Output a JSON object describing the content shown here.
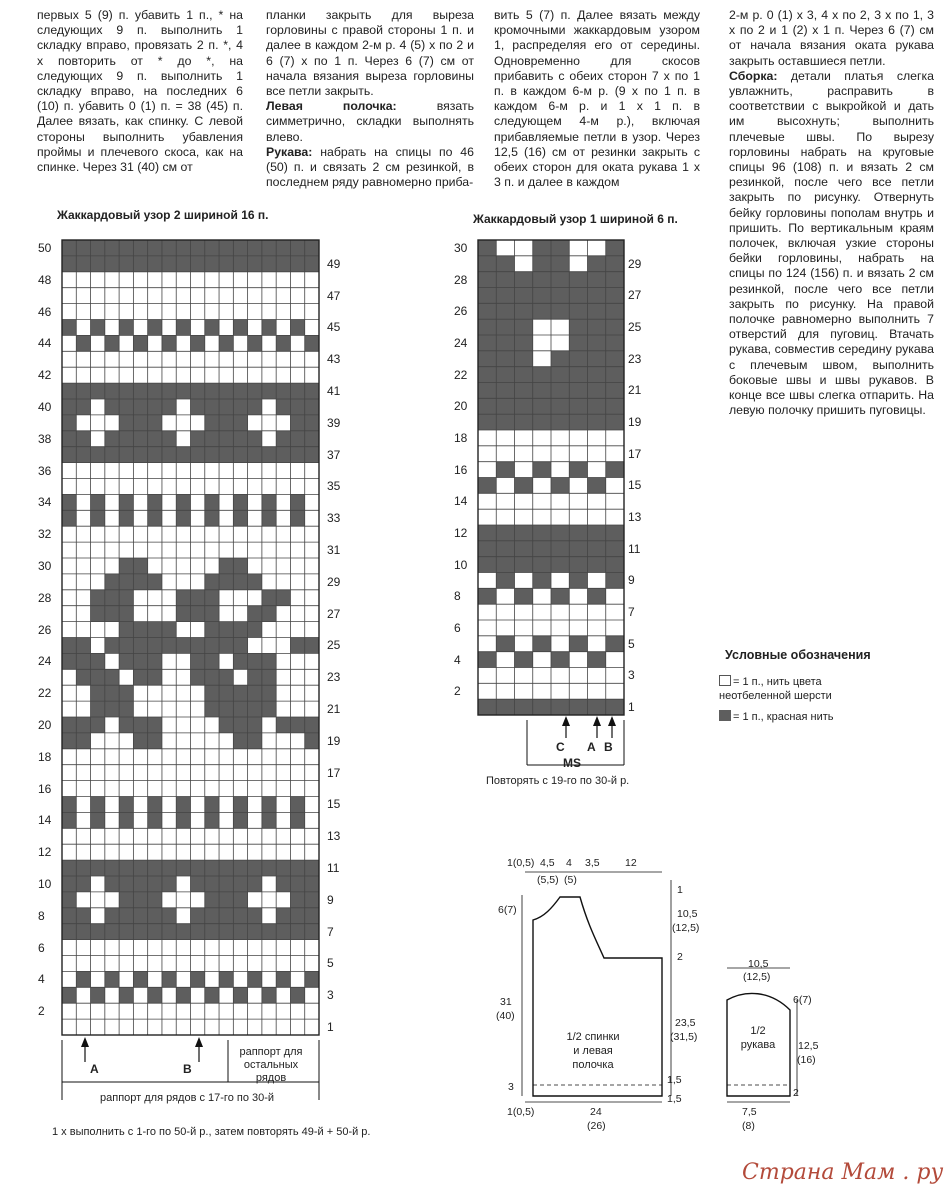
{
  "text_columns": [
    {
      "id": "c1",
      "paragraphs": [
        {
          "text": "первых 5 (9) п. убавить 1 п., * на следующих 9 п. выполнить 1 складку вправо, провязать 2 п. *, 4 х повторить от * до *, на следующих 9 п. выполнить 1 складку вправо, на последних 6 (10) п. убавить 0 (1) п. = 38 (45) п. Далее вязать, как спинку. С левой стороны выполнить убавления проймы и плечевого скоса, как на спинке. Через 31 (40) см от"
        }
      ]
    },
    {
      "id": "c2",
      "paragraphs": [
        {
          "text": "планки закрыть для выреза горловины с правой стороны 1 п. и далее в каждом 2-м р. 4 (5) х по 2 и 6 (7) х по 1 п. Через 6 (7) см от начала вязания выреза горловины все петли закрыть."
        },
        {
          "bold": "Левая полочка:",
          "text": " вязать симметрично, складки выполнять влево."
        },
        {
          "bold": "Рукава:",
          "text": " набрать на спицы по 46 (50) п. и связать 2 см резинкой, в последнем ряду равномерно приба-"
        }
      ]
    },
    {
      "id": "c3",
      "paragraphs": [
        {
          "text": "вить 5 (7) п. Далее вязать между кромочными жаккардовым узором 1, распределяя его от середины. Одновременно для скосов прибавить с обеих сторон 7 х по 1 п. в каждом 6-м р. (9 х по 1 п. в каждом 6-м р. и 1 х 1 п. в следующем 4-м р.), включая прибавляемые петли в узор. Через 12,5 (16) см от резинки закрыть с обеих сторон для оката рукава 1 х 3 п. и далее в каждом"
        }
      ]
    },
    {
      "id": "c4",
      "paragraphs": [
        {
          "text": "2-м р. 0 (1) х 3, 4 х по 2, 3 х по 1, 3 х по 2 и 1 (2) х 1 п. Через 6 (7) см от начала вязания оката рукава закрыть оставшиеся петли."
        },
        {
          "bold": "Сборка:",
          "text": " детали платья слегка увлажнить, расправить в соответствии с выкройкой и дать им высохнуть; выполнить плечевые швы. По вырезу горловины набрать на круговые спицы 96 (108) п. и вязать 2 см резинкой, после чего все петли закрыть по рисунку. Отвернуть бейку горловины пополам внутрь и пришить. По вертикальным краям полочек, включая узкие стороны бейки горловины, набрать на спицы по 124 (156) п. и вязать 2 см резинкой, после чего все петли закрыть по рисунку. На правой полочке равномерно выполнить 7 отверстий для пуговиц. Втачать рукава, совместив середину рукава с плечевым швом, выполнить боковые швы и швы рукавов. В конце все швы слегка отпарить. На левую полочку пришить пуговицы."
        }
      ]
    }
  ],
  "chart2": {
    "title": "Жаккардовый узор 2 шириной 16 п.",
    "cols": 18,
    "rows": 50,
    "arrow_a": "A",
    "arrow_b": "B",
    "note_right": "раппорт для остальных рядов",
    "note_bottom": "раппорт для рядов с 17-го по 30-й",
    "footer": "1 х выполнить с 1-го по 50-й р., затем повторять 49-й + 50-й р."
  },
  "chart1": {
    "title": "Жаккардовый узор 1 шириной 6 п.",
    "cols": 8,
    "rows": 30,
    "arrow_c": "C",
    "arrow_a": "A",
    "arrow_b": "B",
    "ms": "MS",
    "footer": "Повторять с 19-го по 30-й р."
  },
  "legend": {
    "title": "Условные обозначения",
    "white": "= 1 п., нить цвета неотбеленной шерсти",
    "red": "= 1 п., красная нить"
  },
  "pattern_back": {
    "label_line1": "1/2 спинки",
    "label_line2": "и левая полочка",
    "top_dims": [
      "1(0,5)",
      "4,5",
      "4",
      "3,5",
      "12"
    ],
    "top_dims_sub": [
      "(5,5)",
      "(5)"
    ],
    "left_dims": [
      "6(7)",
      "31",
      "(40)",
      "3"
    ],
    "right_dims": [
      "1",
      "10,5",
      "(12,5)",
      "2",
      "23,5",
      "(31,5)",
      "1,5",
      "1,5"
    ],
    "bottom_dims": [
      "1(0,5)",
      "24",
      "(26)"
    ]
  },
  "pattern_sleeve": {
    "label_line1": "1/2",
    "label_line2": "рукава",
    "top_dims": [
      "10,5",
      "(12,5)"
    ],
    "right_dims": [
      "6(7)",
      "12,5",
      "(16)",
      "2"
    ],
    "bottom_dims": [
      "7,5",
      "(8)"
    ]
  },
  "watermark": "Страна Мам . ру",
  "colors": {
    "filled": "#5e5e5e",
    "grid": "#444444",
    "paper": "#ffffff"
  }
}
